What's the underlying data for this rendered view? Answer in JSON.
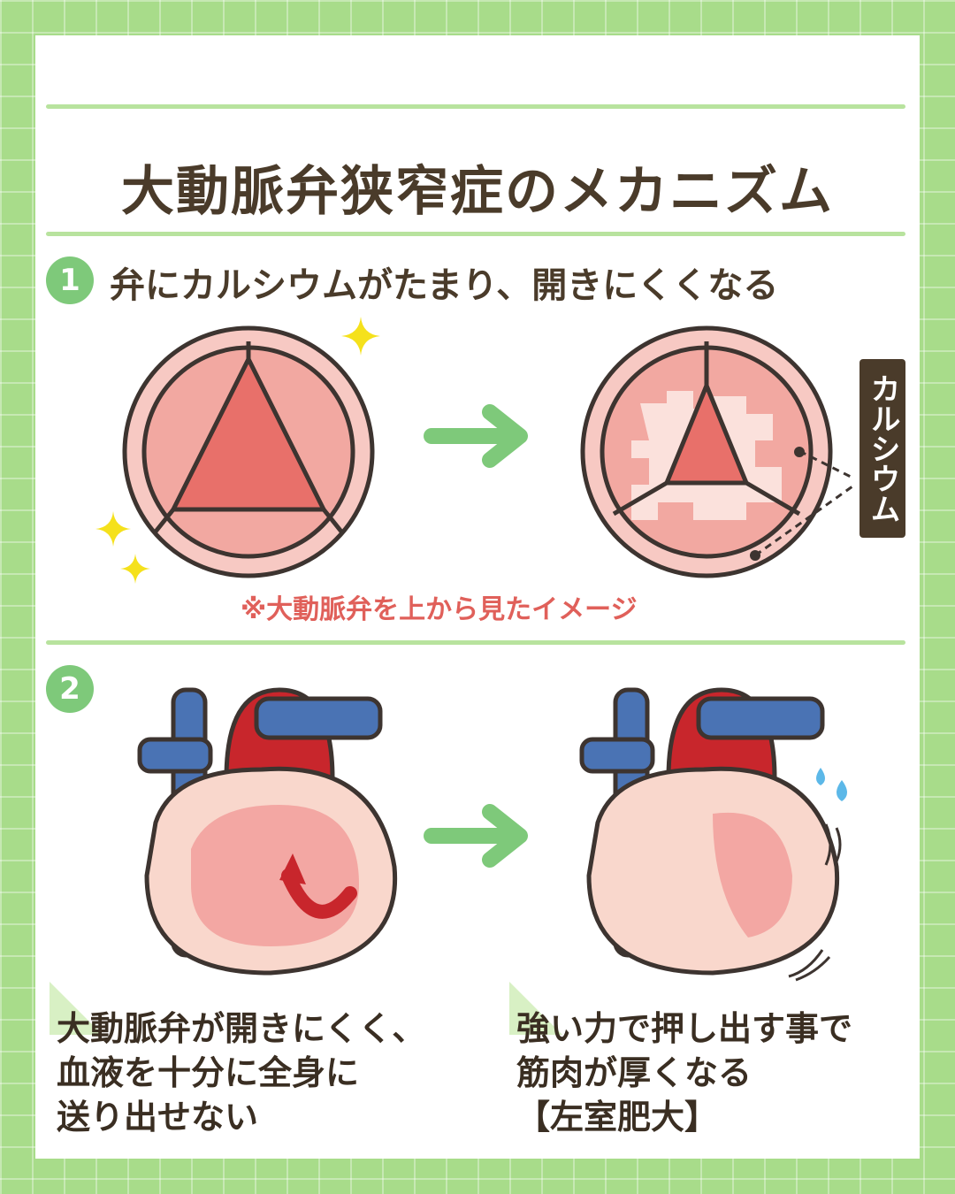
{
  "title": "大動脈弁狭窄症のメカニズム",
  "step1": {
    "number": "1",
    "text": "弁にカルシウムがたまり、開きにくくなる"
  },
  "calcium_label": "カルシウム",
  "note": "※大動脈弁を上から見たイメージ",
  "step2": {
    "number": "2"
  },
  "caption_left": "大動脈弁が開きにくく、\n血液を十分に全身に\n送り出せない",
  "caption_right": "強い力で押し出す事で\n筋肉が厚くなる\n【左室肥大】",
  "colors": {
    "accent": "#7ec97a",
    "text": "#4a3b2a",
    "note": "#e0605a",
    "heart": "#f3a7a3",
    "artery": "#c8262c",
    "vein": "#4a73b4"
  },
  "icons": [
    "sparkle-icon",
    "arrow-right-icon",
    "sweat-drop-icon",
    "vibration-icon"
  ]
}
